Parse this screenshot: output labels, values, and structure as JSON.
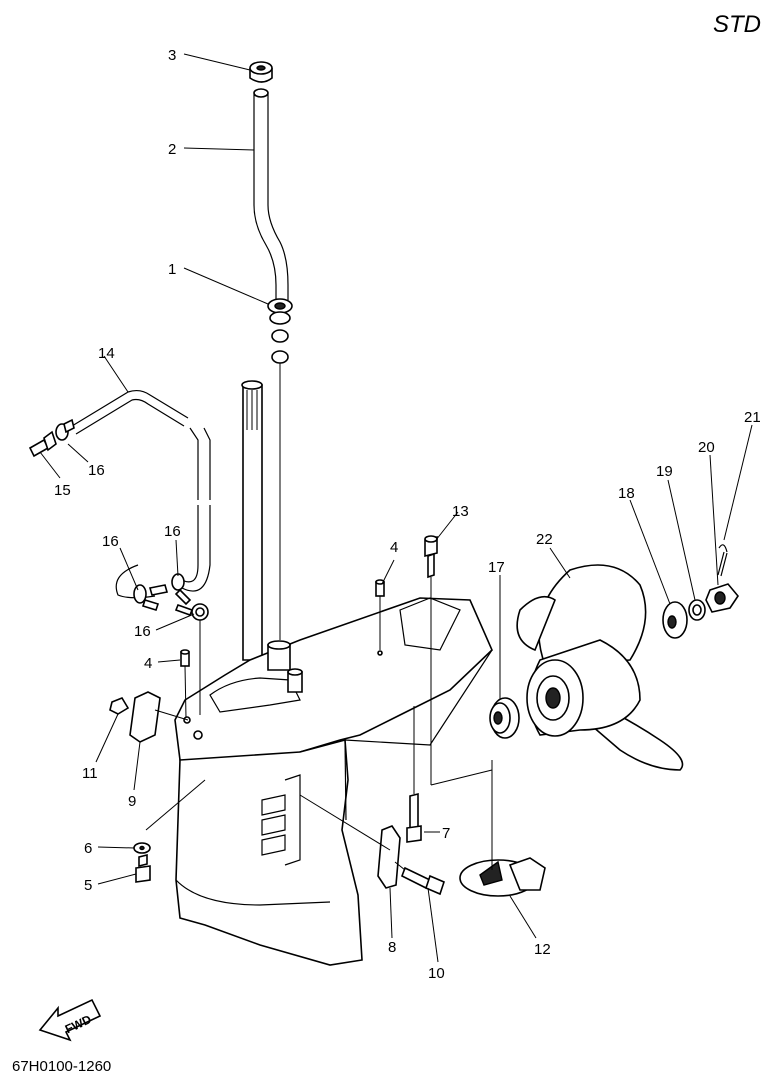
{
  "header": {
    "label": "STD"
  },
  "footer": {
    "code": "67H0100-1260"
  },
  "fwd_arrow": {
    "label": "FWD"
  },
  "callouts": [
    {
      "id": "c1",
      "label": "1"
    },
    {
      "id": "c2",
      "label": "2"
    },
    {
      "id": "c3",
      "label": "3"
    },
    {
      "id": "c4a",
      "label": "4"
    },
    {
      "id": "c4b",
      "label": "4"
    },
    {
      "id": "c5",
      "label": "5"
    },
    {
      "id": "c6",
      "label": "6"
    },
    {
      "id": "c7",
      "label": "7"
    },
    {
      "id": "c8",
      "label": "8"
    },
    {
      "id": "c9",
      "label": "9"
    },
    {
      "id": "c10",
      "label": "10"
    },
    {
      "id": "c11",
      "label": "11"
    },
    {
      "id": "c12",
      "label": "12"
    },
    {
      "id": "c13",
      "label": "13"
    },
    {
      "id": "c14",
      "label": "14"
    },
    {
      "id": "c15",
      "label": "15"
    },
    {
      "id": "c16a",
      "label": "16"
    },
    {
      "id": "c16b",
      "label": "16"
    },
    {
      "id": "c16c",
      "label": "16"
    },
    {
      "id": "c16d",
      "label": "16"
    },
    {
      "id": "c17",
      "label": "17"
    },
    {
      "id": "c18",
      "label": "18"
    },
    {
      "id": "c19",
      "label": "19"
    },
    {
      "id": "c20",
      "label": "20"
    },
    {
      "id": "c21",
      "label": "21"
    },
    {
      "id": "c22",
      "label": "22"
    }
  ]
}
